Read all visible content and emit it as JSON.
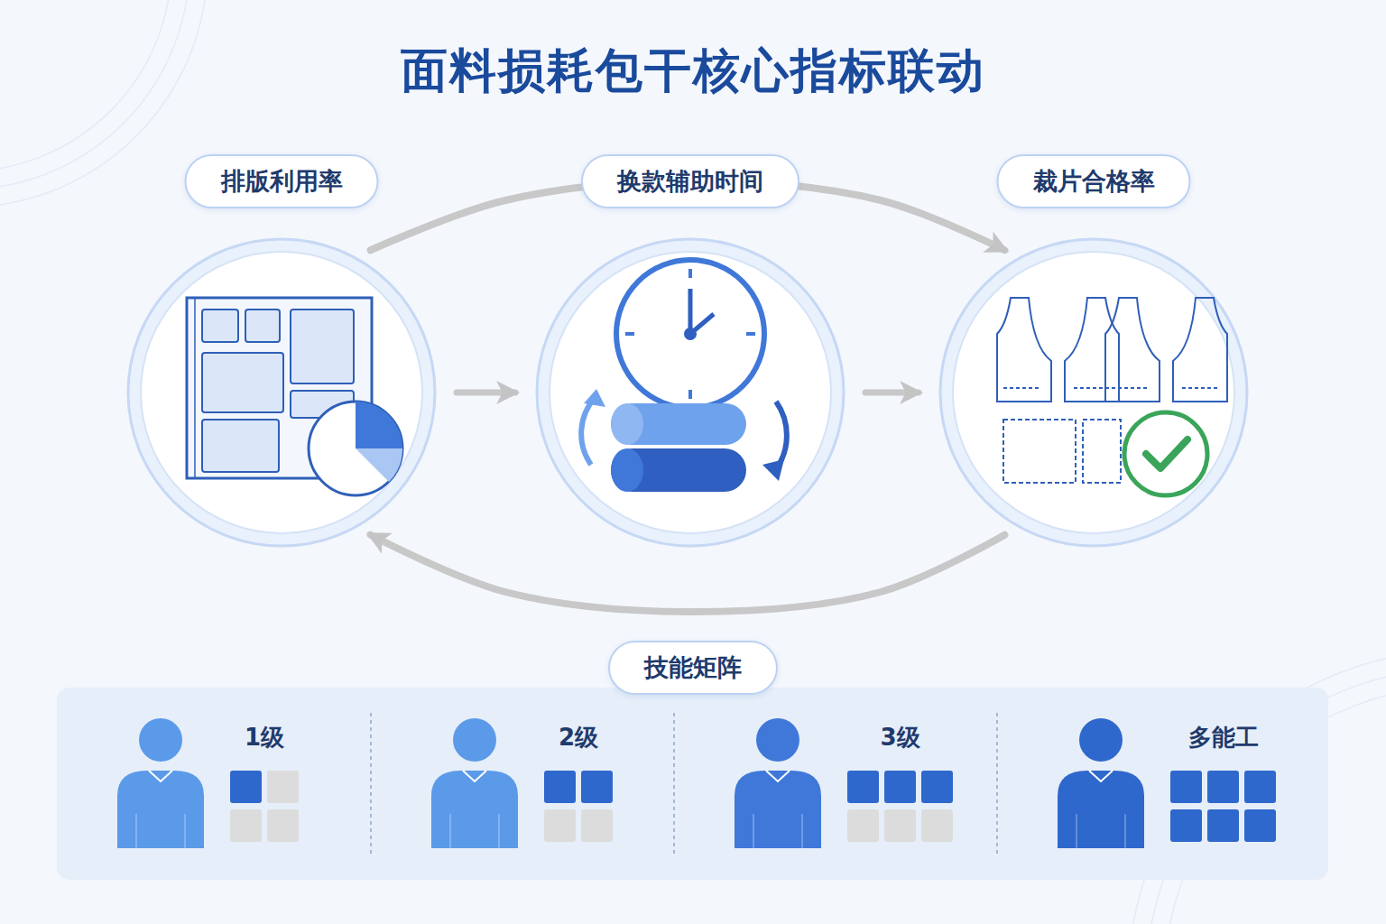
{
  "diagram": {
    "title": "面料损耗包干核心指标联动",
    "nodes": [
      {
        "text": [
          "排版利用率"
        ]
      },
      {
        "text": [
          "换款辅助时间"
        ]
      },
      {
        "text": [
          "裁片合格率"
        ]
      },
      {
        "text": [
          "技能矩阵"
        ]
      },
      {
        "text": [
          "1级"
        ],
        "in": 3
      },
      {
        "text": [
          "2级"
        ],
        "in": 3
      },
      {
        "text": [
          "3级"
        ],
        "in": 3
      },
      {
        "text": [
          "多能工"
        ],
        "in": 3
      }
    ],
    "edges": [
      {
        "from": 0,
        "to": 1,
        "arrow": "to"
      },
      {
        "from": 1,
        "to": 2,
        "arrow": "to"
      },
      {
        "from": 0,
        "to": 2,
        "arrow": "to"
      },
      {
        "from": 2,
        "to": 0,
        "arrow": "to"
      }
    ]
  }
}
